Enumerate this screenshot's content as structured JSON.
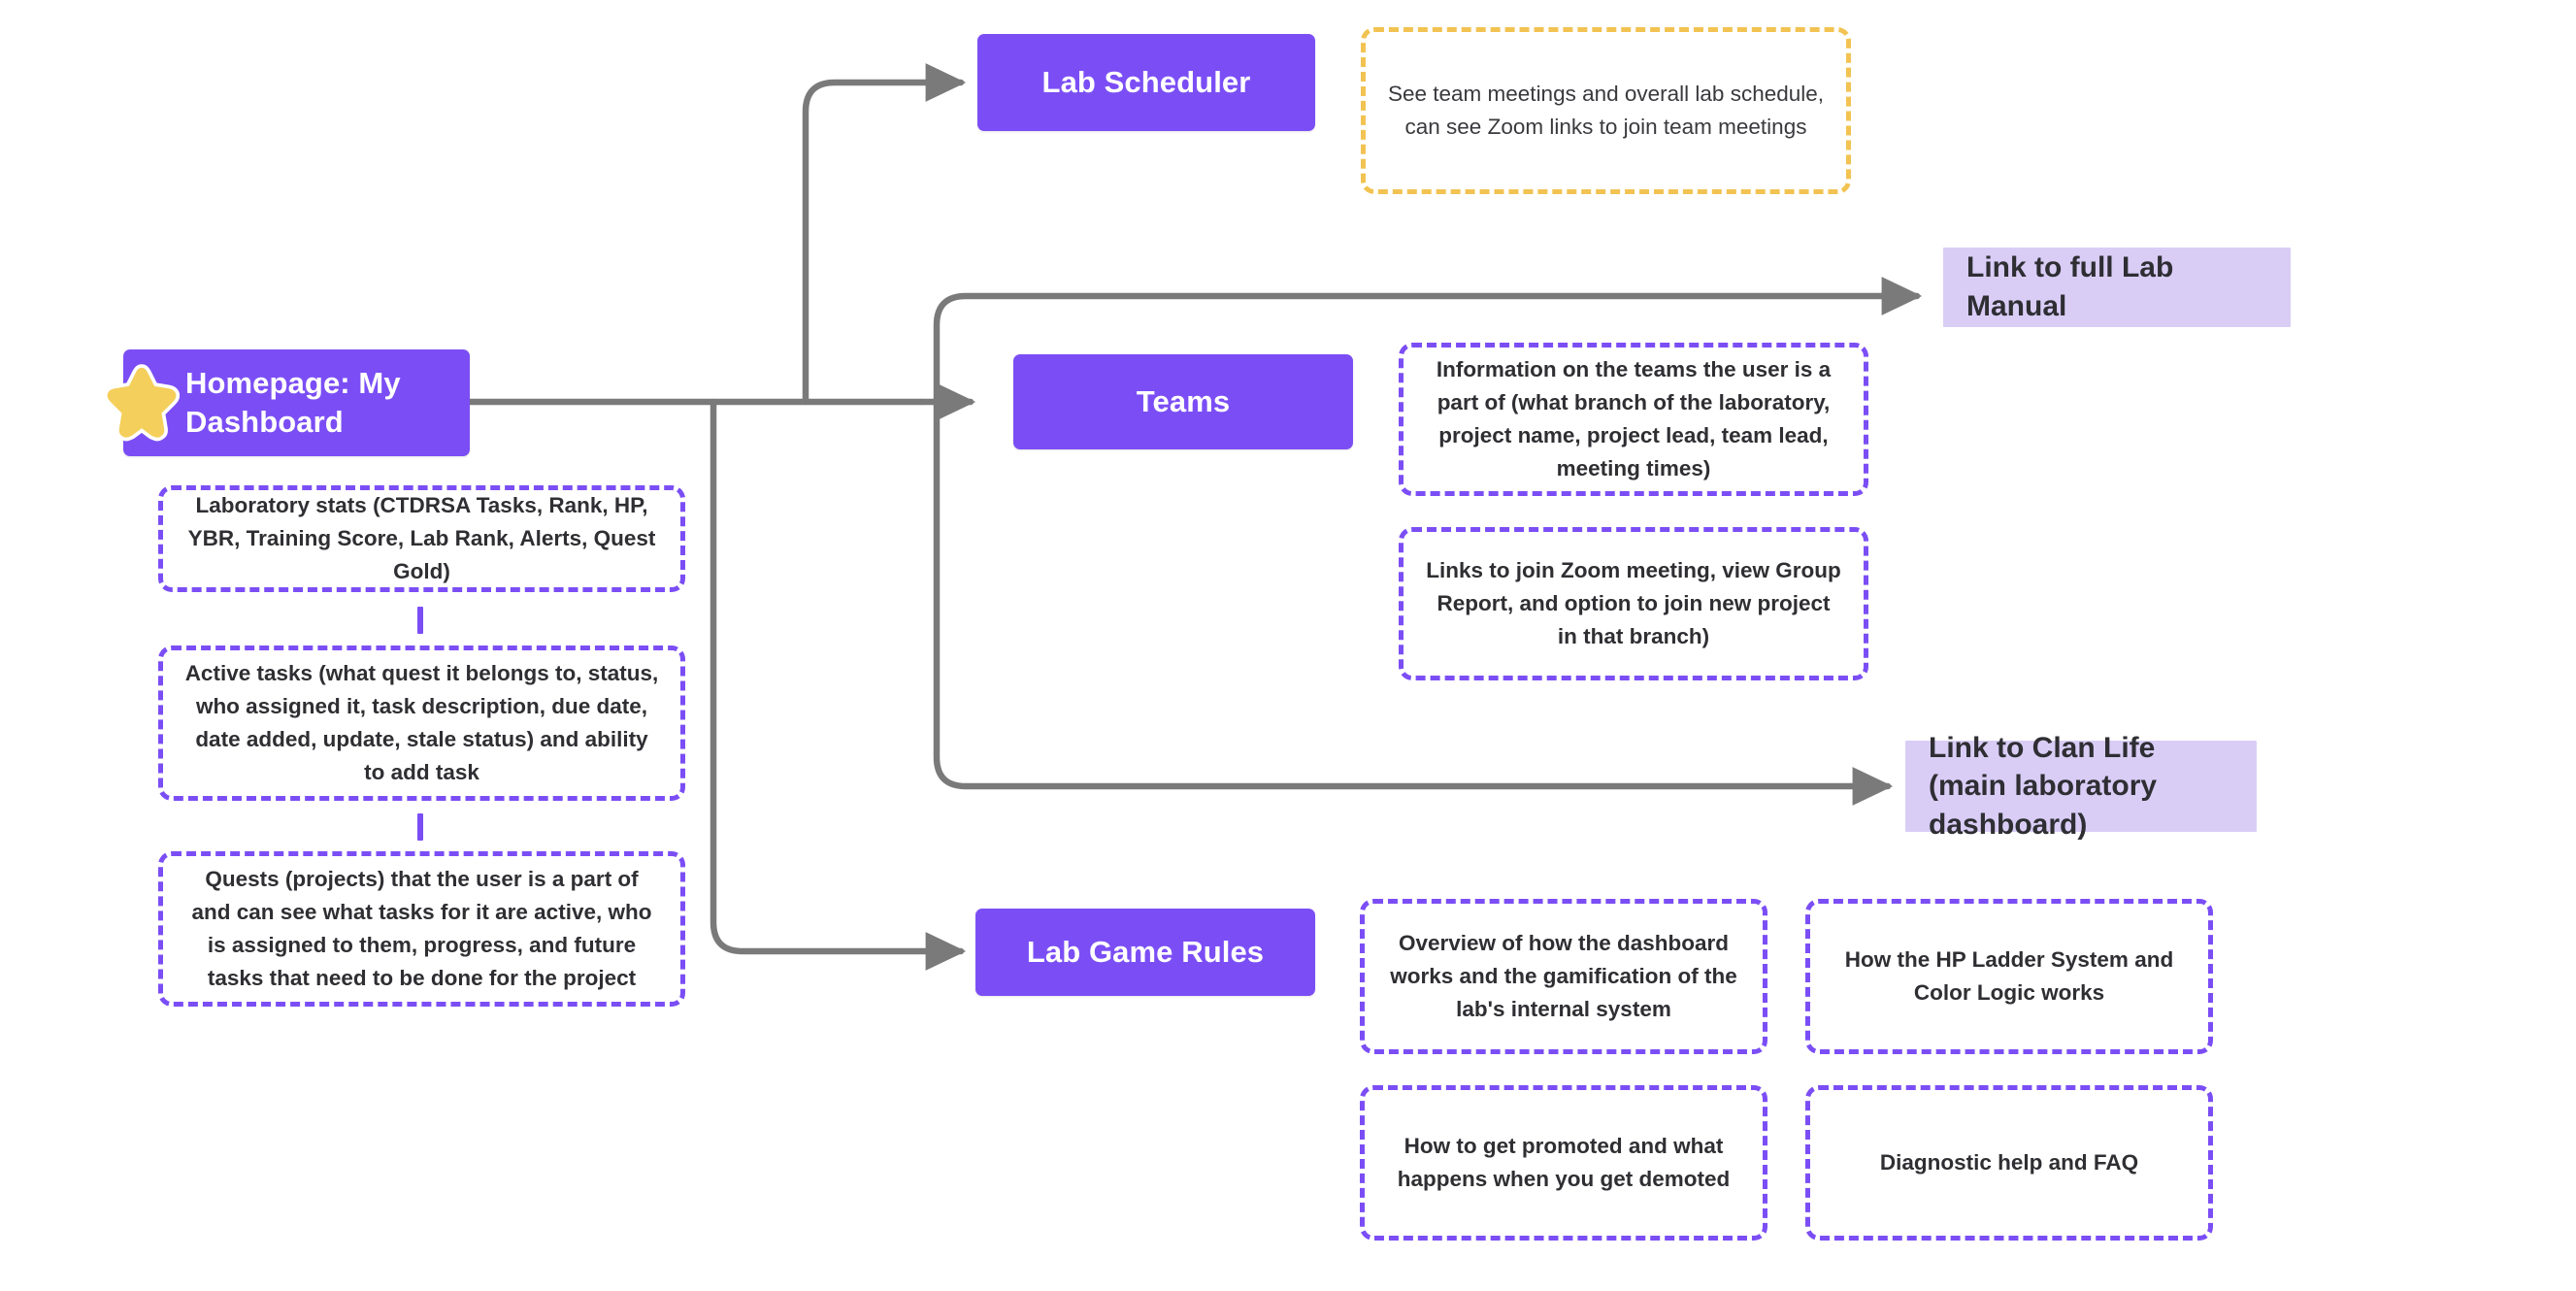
{
  "diagram": {
    "title": "Homepage: My Dashboard sitemap",
    "colors": {
      "primary_purple": "#7B4EF5",
      "link_lilac": "#D9CDF6",
      "dashed_purple": "#7B4EF5",
      "dashed_yellow": "#F2C352",
      "connector_gray": "#7A7A7A",
      "star_yellow": "#F5CF5B",
      "text_dark": "#2F2F33",
      "text_white": "#FFFFFF"
    },
    "root": {
      "icon": "star-icon",
      "label": "Homepage: My Dashboard"
    },
    "root_details": [
      {
        "id": "lab-stats",
        "text": "Laboratory stats (CTDRSA Tasks, Rank, HP, YBR, Training Score, Lab Rank, Alerts, Quest Gold)"
      },
      {
        "id": "active-tasks",
        "text": "Active tasks (what quest it belongs to, status, who assigned it, task description, due date, date added, update, stale status) and ability to add task"
      },
      {
        "id": "quests",
        "text": "Quests (projects) that the user is a part of and can see what tasks for it are active, who is assigned to them, progress, and future tasks that need to be done for the project"
      }
    ],
    "branches": [
      {
        "id": "lab-scheduler",
        "label": "Lab Scheduler",
        "details": [
          {
            "id": "lab-scheduler-note",
            "style": "yellow",
            "text": "See team meetings and overall lab schedule, can see Zoom links to join team meetings"
          }
        ]
      },
      {
        "id": "teams",
        "label": "Teams",
        "details": [
          {
            "id": "teams-info",
            "style": "purple",
            "text": "Information on the teams the user is a part of (what branch of the laboratory, project name, project lead, team lead, meeting times)"
          },
          {
            "id": "teams-links",
            "style": "purple",
            "text": "Links to join Zoom meeting, view Group Report, and option to join new project in that branch)"
          }
        ]
      },
      {
        "id": "lab-game-rules",
        "label": "Lab Game Rules",
        "details": [
          {
            "id": "rules-overview",
            "style": "purple",
            "text": "Overview of how the dashboard works and the gamification of the lab's internal system"
          },
          {
            "id": "rules-hp-ladder",
            "style": "purple",
            "text": "How the HP Ladder System and Color Logic works"
          },
          {
            "id": "rules-promotion",
            "style": "purple",
            "text": "How to get promoted and what happens when you get demoted"
          },
          {
            "id": "rules-faq",
            "style": "purple",
            "text": "Diagnostic help and FAQ"
          }
        ]
      }
    ],
    "links": [
      {
        "id": "lab-manual",
        "label": "Link to full Lab Manual"
      },
      {
        "id": "clan-life",
        "label": "Link to Clan Life (main laboratory dashboard)"
      }
    ]
  }
}
